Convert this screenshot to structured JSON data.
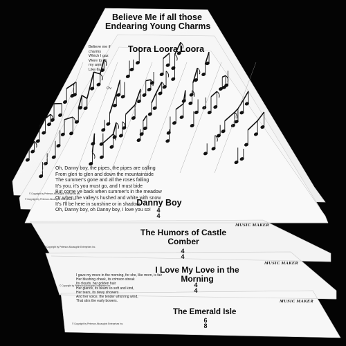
{
  "sheets": [
    {
      "id": "believe",
      "title_line1": "Believe Me if all those",
      "title_line2": "Endearing Young Charms",
      "lyric_fragment": "Believe me if\ncharms\nWhich I gaz\nWere to ch\nmy arms\nLike fa"
    },
    {
      "id": "toora",
      "title": "Toora Loora Loora",
      "lyric_fragment": "Ov"
    },
    {
      "id": "danny",
      "title": "Danny Boy",
      "time_top": "4",
      "time_bottom": "4",
      "lyrics": [
        "Oh, Danny boy, the pipes, the pipes are calling",
        "From glen to glen and down the mountainside",
        "The summer's gone and all the roses falling",
        "It's you, it's you must go, and I must bide",
        "But come ye back when summer's in the meadow",
        "Or when the valley's hushed and white with snow",
        "It's I'll be here in sunshine or in shadow",
        "Oh, Danny boy, oh Danny boy, I love you so!"
      ]
    },
    {
      "id": "humors",
      "title_line1": "The Humors of Castle",
      "title_line2": "Comber",
      "time_top": "4",
      "time_bottom": "4"
    },
    {
      "id": "ilove",
      "title_line1": "I Love My Love in the",
      "title_line2": "Morning",
      "time_top": "4",
      "time_bottom": "4",
      "lyrics": [
        "I gave my move in the morning, for she, like morn, is fair",
        "Her blushing cheek, its crimson streak",
        "Its clouds, her golden hair",
        "Her glance, its beam so soft and kind,",
        "Her tears, its dewy showers",
        "And her voice, the tender whis'ring wind,",
        "That stirs the early bowers."
      ]
    },
    {
      "id": "emerald",
      "title": "The Emerald Isle",
      "time_top": "6",
      "time_bottom": "8"
    }
  ],
  "copyright": "© Copyright by Peterson-Mccaughin Enterprises Inc.",
  "brand": "MUSIC MAKER"
}
